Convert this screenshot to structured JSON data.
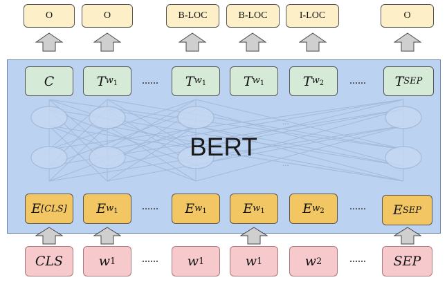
{
  "bert_label": "BERT",
  "ellipsis": "......",
  "net_dots": "...",
  "output_labels": [
    "O",
    "O",
    "B-LOC",
    "B-LOC",
    "I-LOC",
    "O"
  ],
  "t_boxes": [
    {
      "base": "C",
      "sub": "",
      "subsub": ""
    },
    {
      "base": "T",
      "sub": "w",
      "subsub": "1"
    },
    {
      "base": "T",
      "sub": "w",
      "subsub": "1"
    },
    {
      "base": "T",
      "sub": "w",
      "subsub": "1"
    },
    {
      "base": "T",
      "sub": "w",
      "subsub": "2"
    },
    {
      "base": "T",
      "sub": "SEP",
      "subsub": ""
    }
  ],
  "e_boxes": [
    {
      "base": "E",
      "sub": "[CLS]",
      "subsub": ""
    },
    {
      "base": "E",
      "sub": "w",
      "subsub": "1"
    },
    {
      "base": "E",
      "sub": "w",
      "subsub": "1"
    },
    {
      "base": "E",
      "sub": "w",
      "subsub": "1"
    },
    {
      "base": "E",
      "sub": "w",
      "subsub": "2"
    },
    {
      "base": "E",
      "sub": "SEP",
      "subsub": ""
    }
  ],
  "tokens": [
    {
      "base": "CLS",
      "sub": ""
    },
    {
      "base": "w",
      "sub": "1"
    },
    {
      "base": "w",
      "sub": "1"
    },
    {
      "base": "w",
      "sub": "1"
    },
    {
      "base": "w",
      "sub": "2"
    },
    {
      "base": "SEP",
      "sub": ""
    }
  ],
  "colors": {
    "panel": "#bcd2f1",
    "label_box": "#fdf0c8",
    "t_box": "#d6ead8",
    "e_box": "#f2c763",
    "token_box": "#f6c9cc",
    "arrow": "#cfcfcf"
  }
}
